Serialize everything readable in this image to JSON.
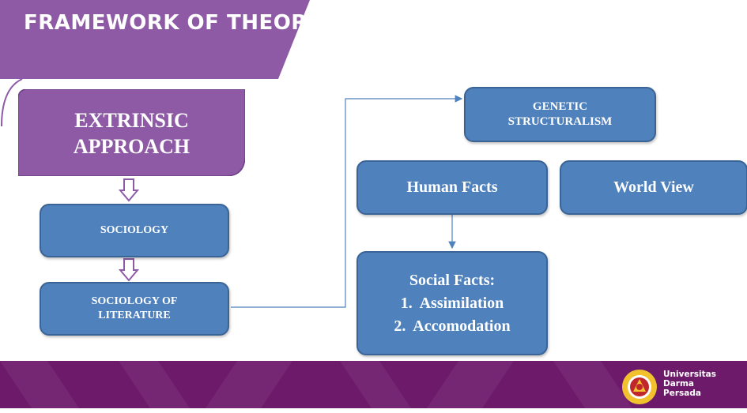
{
  "title": "FRAMEWORK OF THEORIES",
  "extrinsic": [
    "EXTRINSIC",
    "APPROACH"
  ],
  "sociology": "SOCIOLOGY",
  "sociology_of_literature": [
    "SOCIOLOGY OF",
    "LITERATURE"
  ],
  "genetic": [
    "GENETIC",
    "STRUCTURALISM"
  ],
  "human_facts": "Human Facts",
  "world_view": "World View",
  "social_facts": {
    "heading": "Social Facts:",
    "items": [
      "1.  Assimilation",
      "2.  Accomodation"
    ]
  },
  "footer": {
    "university": [
      "Universitas",
      "Darma",
      "Persada"
    ]
  },
  "colors": {
    "purple_accent": "#8e5aa6",
    "box_blue": "#4f81bd",
    "footer_purple": "#6d1a6b"
  }
}
